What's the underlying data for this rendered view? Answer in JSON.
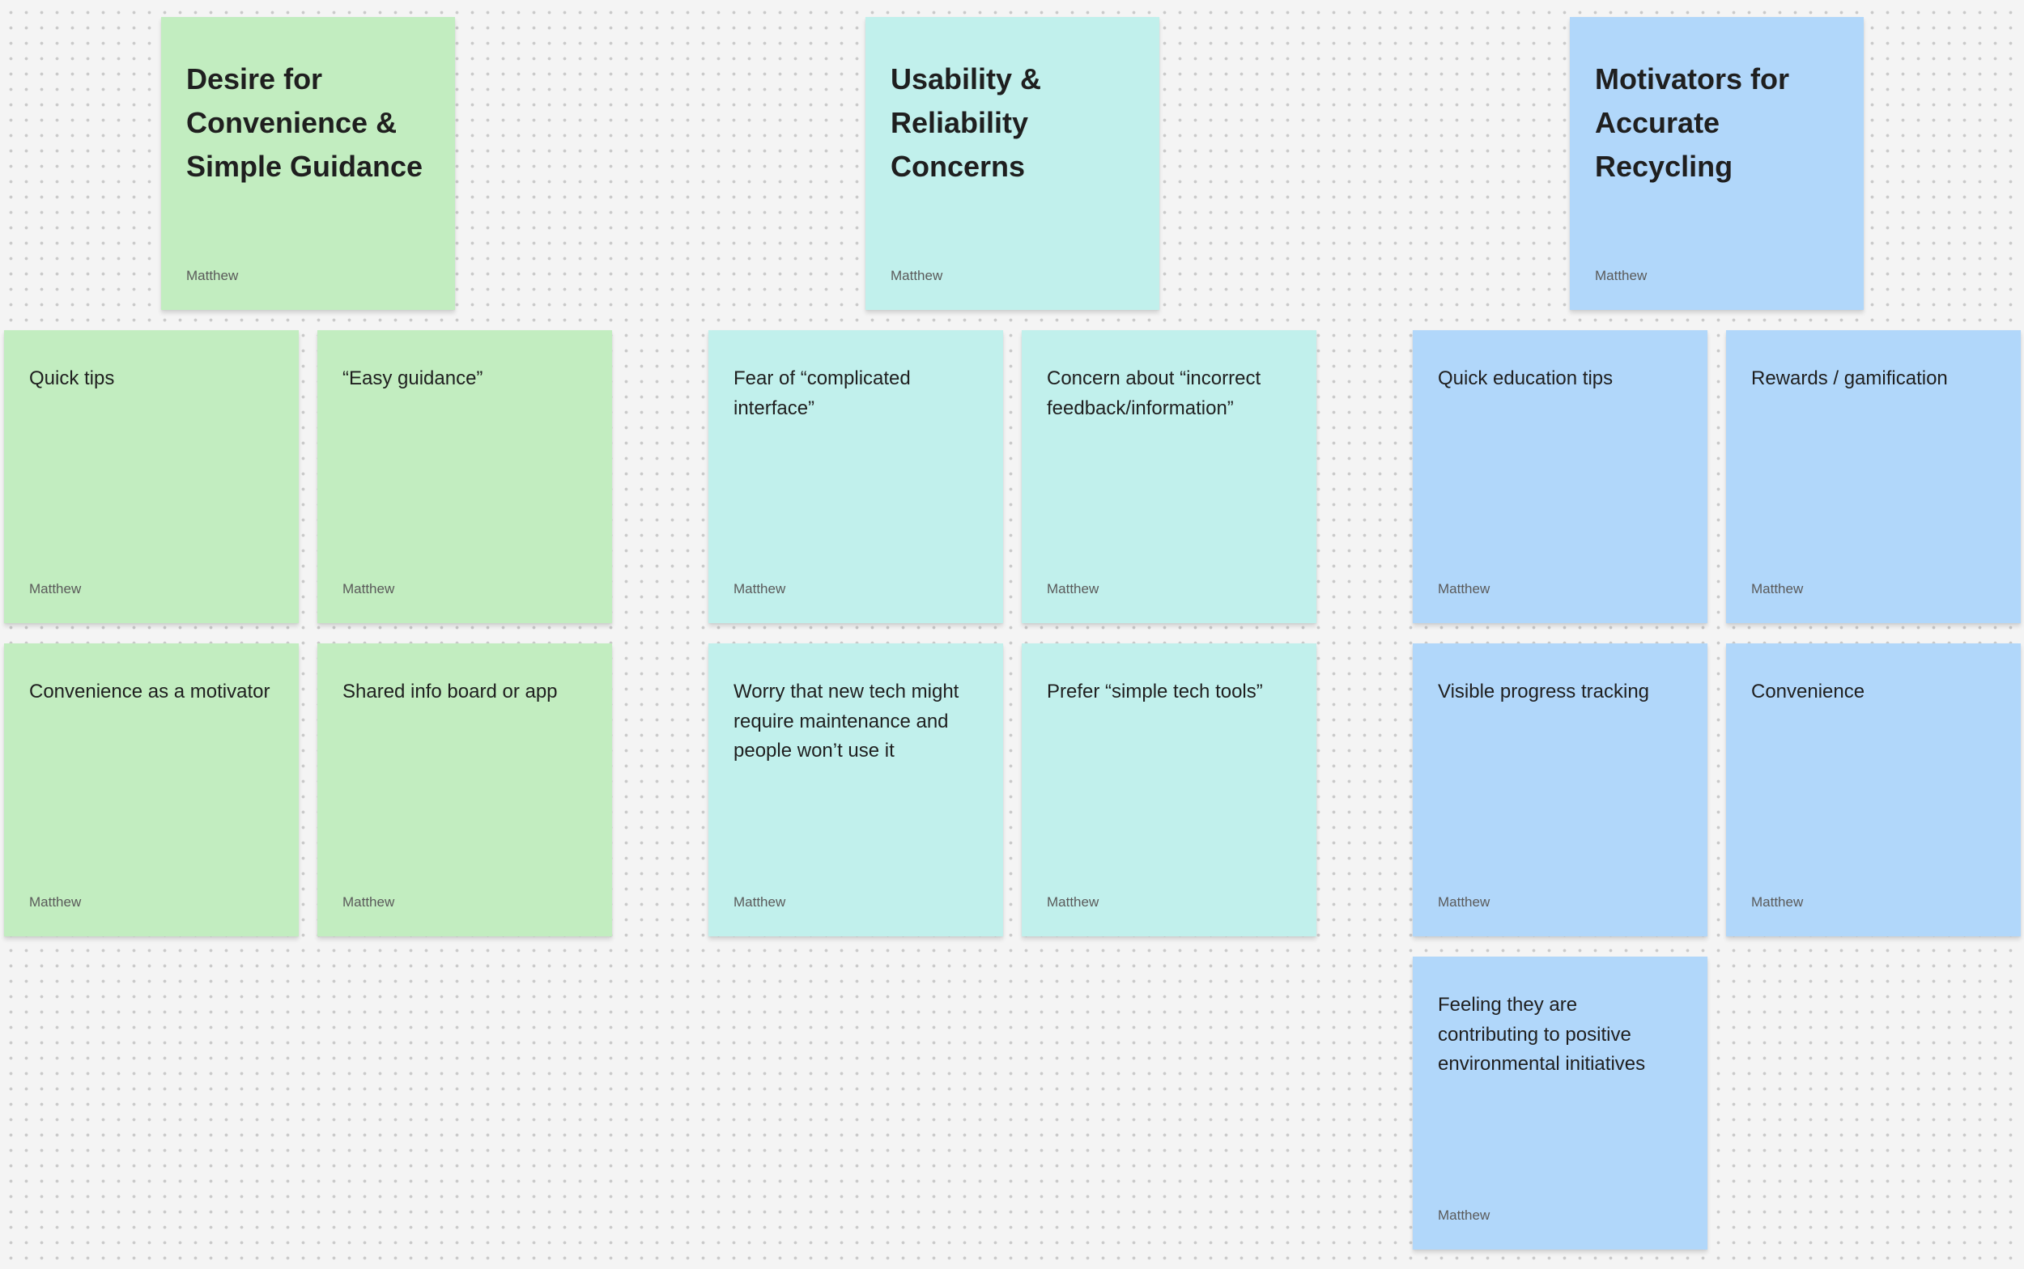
{
  "board": {
    "clusters": [
      {
        "header": {
          "title": "Desire for Convenience & Simple Guidance",
          "author": "Matthew"
        },
        "notes": [
          {
            "text": "Quick tips",
            "author": "Matthew"
          },
          {
            "text": "“Easy guidance”",
            "author": "Matthew"
          },
          {
            "text": "Convenience as a motivator",
            "author": "Matthew"
          },
          {
            "text": "Shared info board or app",
            "author": "Matthew"
          }
        ]
      },
      {
        "header": {
          "title": "Usability & Reliability Concerns",
          "author": "Matthew"
        },
        "notes": [
          {
            "text": "Fear of “complicated interface”",
            "author": "Matthew"
          },
          {
            "text": "Concern about “incorrect feedback/information”",
            "author": "Matthew"
          },
          {
            "text": "Worry that new tech might require maintenance and people won’t use it",
            "author": "Matthew"
          },
          {
            "text": "Prefer “simple tech tools”",
            "author": "Matthew"
          }
        ]
      },
      {
        "header": {
          "title": "Motivators for Accurate Recycling",
          "author": "Matthew"
        },
        "notes": [
          {
            "text": "Quick education tips",
            "author": "Matthew"
          },
          {
            "text": "Rewards / gamification",
            "author": "Matthew"
          },
          {
            "text": "Visible progress tracking",
            "author": "Matthew"
          },
          {
            "text": "Convenience",
            "author": "Matthew"
          },
          {
            "text": "Feeling they are contributing to positive environmental initiatives",
            "author": "Matthew"
          }
        ]
      }
    ],
    "colors": {
      "green": "#c2edc0",
      "teal": "#c1f0ec",
      "blue": "#b1d7fa",
      "canvas": "#f4f4f4",
      "dot": "#c9c9c9"
    }
  }
}
